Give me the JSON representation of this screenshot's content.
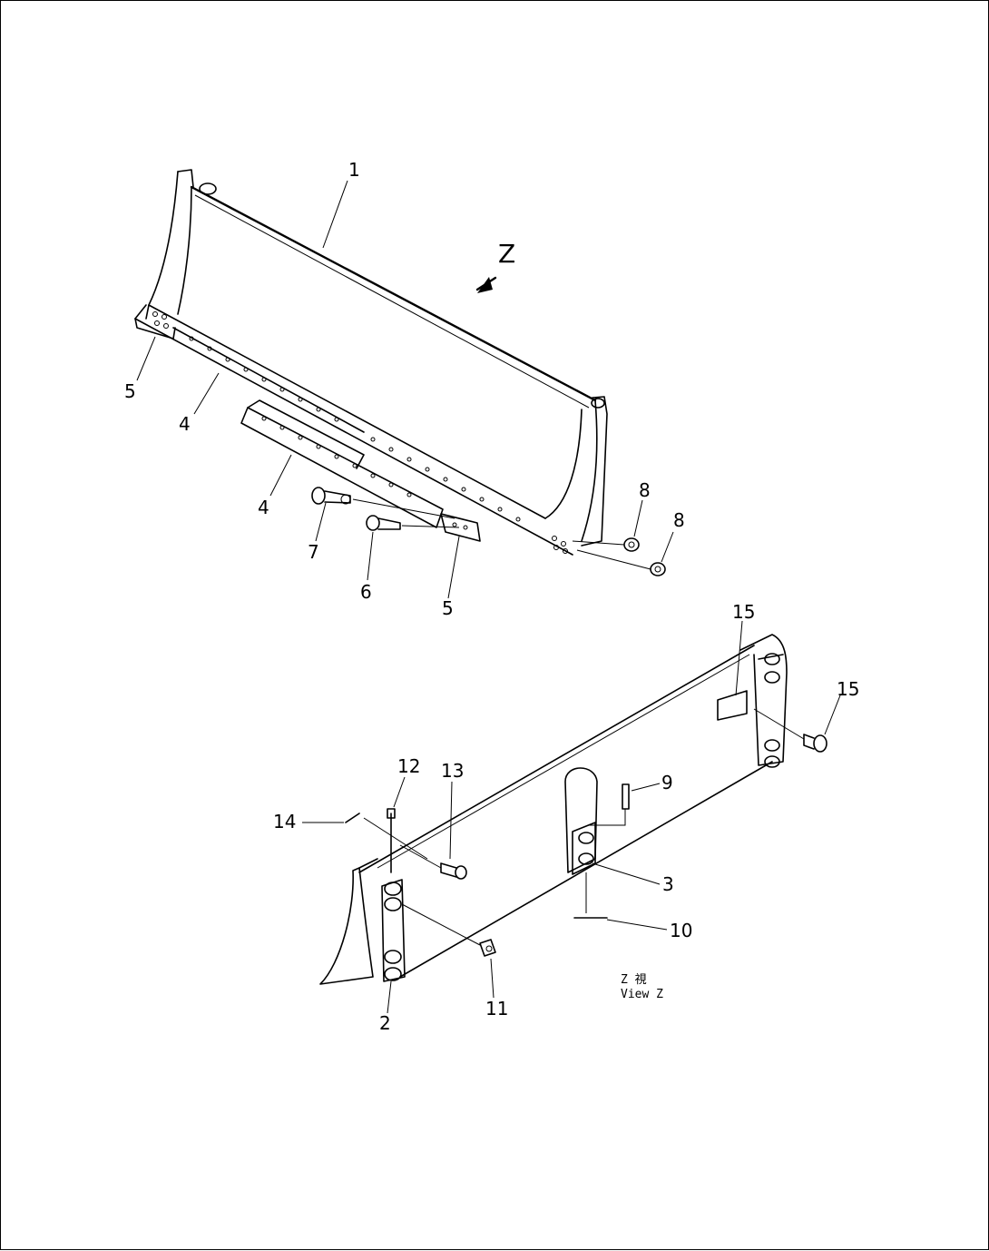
{
  "view_arrow_label": "Z",
  "view_caption_line1": "Z 視",
  "view_caption_line2": "View Z",
  "callouts": {
    "c1": "1",
    "c2": "2",
    "c3": "3",
    "c4a": "4",
    "c4b": "4",
    "c5a": "5",
    "c5b": "5",
    "c6": "6",
    "c7": "7",
    "c8a": "8",
    "c8b": "8",
    "c9": "9",
    "c10": "10",
    "c11": "11",
    "c12": "12",
    "c13": "13",
    "c14": "14",
    "c15a": "15",
    "c15b": "15"
  }
}
